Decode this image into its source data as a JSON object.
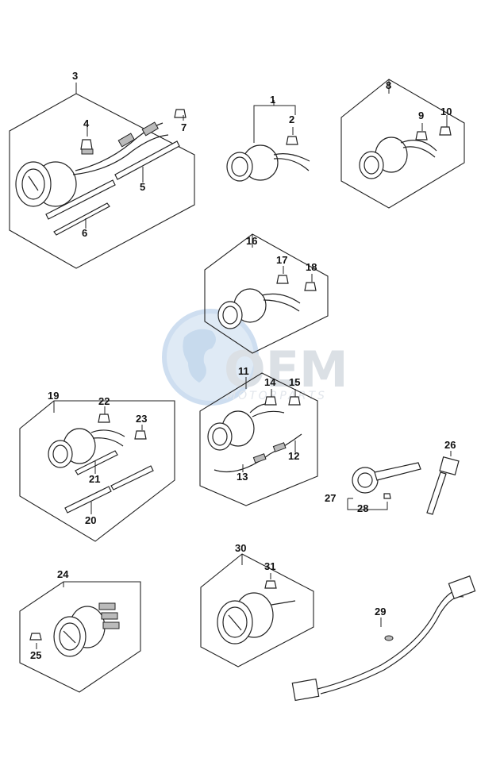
{
  "watermark": {
    "brand": "OEM",
    "sub": "MOTORPARTS"
  },
  "callouts": {
    "c1": "1",
    "c2": "2",
    "c3": "3",
    "c4": "4",
    "c5": "5",
    "c6": "6",
    "c7": "7",
    "c8": "8",
    "c9": "9",
    "c10": "10",
    "c11": "11",
    "c12": "12",
    "c13": "13",
    "c14": "14",
    "c15": "15",
    "c16": "16",
    "c17": "17",
    "c18": "18",
    "c19": "19",
    "c20": "20",
    "c21": "21",
    "c22": "22",
    "c23": "23",
    "c24": "24",
    "c25": "25",
    "c26": "26",
    "c27": "27",
    "c28": "28",
    "c29": "29",
    "c30": "30",
    "c31": "31"
  },
  "colors": {
    "line": "#222222",
    "watermark_globe": "#c9dbef",
    "watermark_text": "#d8dde3"
  }
}
